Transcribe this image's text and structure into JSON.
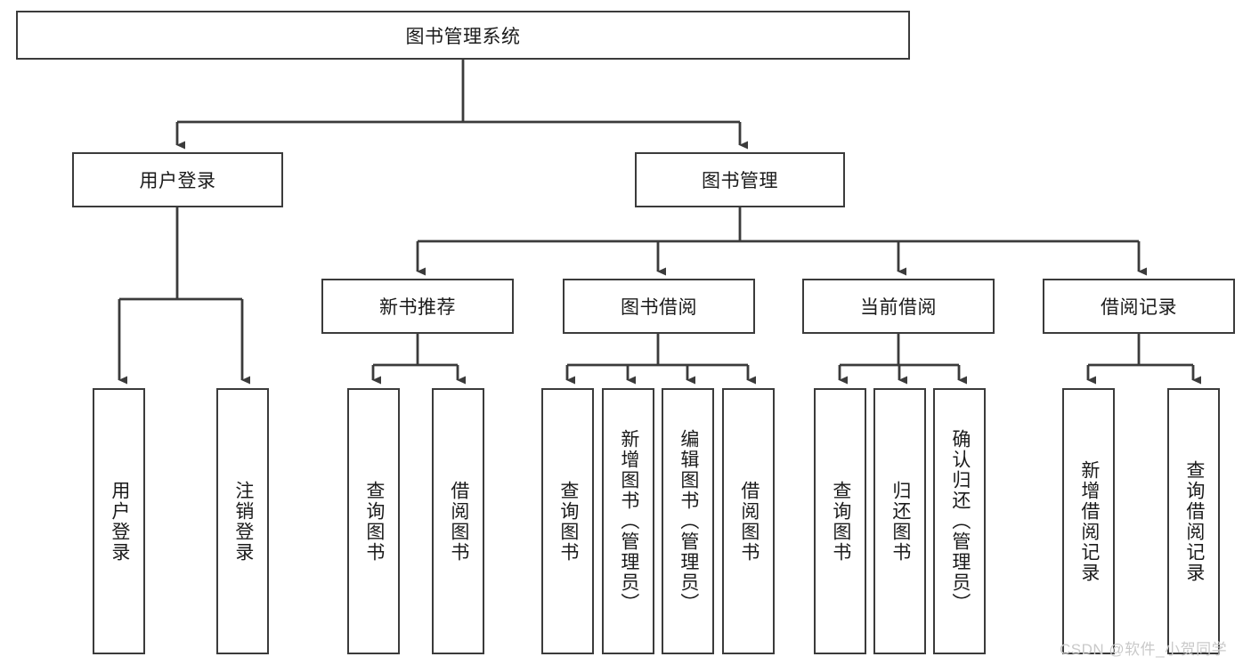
{
  "diagram": {
    "type": "tree-hierarchy-chart",
    "title": "图书管理系统",
    "watermark": "CSDN @软件_小贺同学",
    "colors": {
      "stroke": "#3b3b3b",
      "fill": "#ffffff",
      "text": "#1b1b1b",
      "watermark": "#c9c9c9"
    },
    "levels": {
      "level1": [
        {
          "id": "root",
          "label": "图书管理系统"
        }
      ],
      "level2": [
        {
          "id": "user-login",
          "label": "用户登录"
        },
        {
          "id": "book-manage",
          "label": "图书管理"
        }
      ],
      "level3": [
        {
          "id": "new-book-rec",
          "label": "新书推荐"
        },
        {
          "id": "book-borrow",
          "label": "图书借阅"
        },
        {
          "id": "current-borrow",
          "label": "当前借阅"
        },
        {
          "id": "borrow-record",
          "label": "借阅记录"
        }
      ],
      "level4": [
        {
          "id": "leaf-user-login",
          "label": "用户登录",
          "parent": "user-login"
        },
        {
          "id": "leaf-logout",
          "label": "注销登录",
          "parent": "user-login"
        },
        {
          "id": "leaf-query-book-1",
          "label": "查询图书",
          "parent": "new-book-rec"
        },
        {
          "id": "leaf-borrow-book-1",
          "label": "借阅图书",
          "parent": "new-book-rec"
        },
        {
          "id": "leaf-query-book-2",
          "label": "查询图书",
          "parent": "book-borrow"
        },
        {
          "id": "leaf-add-book",
          "label": "新增图书（管理员）",
          "parent": "book-borrow"
        },
        {
          "id": "leaf-edit-book",
          "label": "编辑图书（管理员）",
          "parent": "book-borrow"
        },
        {
          "id": "leaf-borrow-book-2",
          "label": "借阅图书",
          "parent": "book-borrow"
        },
        {
          "id": "leaf-query-book-3",
          "label": "查询图书",
          "parent": "current-borrow"
        },
        {
          "id": "leaf-return-book",
          "label": "归还图书",
          "parent": "current-borrow"
        },
        {
          "id": "leaf-confirm-return",
          "label": "确认归还（管理员）",
          "parent": "current-borrow"
        },
        {
          "id": "leaf-add-record",
          "label": "新增借阅记录",
          "parent": "borrow-record"
        },
        {
          "id": "leaf-query-record",
          "label": "查询借阅记录",
          "parent": "borrow-record"
        }
      ]
    }
  }
}
